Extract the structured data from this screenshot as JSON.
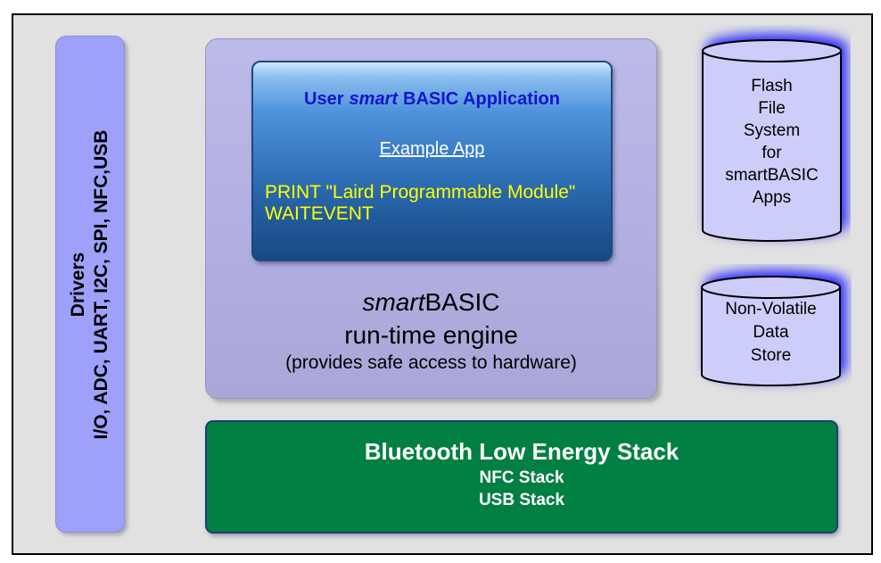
{
  "colors": {
    "page_background": "#e1e1e1",
    "drivers_bar_fill": "#9fa0fa",
    "runtime_box_fill": "#b2b0e0",
    "app_box_gradient_top": "#cfe9fb",
    "app_box_gradient_bottom": "#174a80",
    "app_title_blue": "#1414d0",
    "code_yellow": "#ffff00",
    "stack_green": "#027f42",
    "stack_border_navy": "#1c3e7a",
    "cylinder_fill": "#cdcdfa",
    "cylinder_glow_blue": "#2424ff"
  },
  "drivers_bar": {
    "line1": "Drivers",
    "line2": "I/O, ADC, UART, I2C, SPI, NFC,USB"
  },
  "runtime_box": {
    "app_box": {
      "title_user": "User",
      "title_smart": "smart",
      "title_rest": "BASIC Application",
      "example_link": "Example App",
      "code_line1": "PRINT \"Laird Programmable Module\"",
      "code_line2": "WAITEVENT"
    },
    "engine_smart": "smart",
    "engine_basic": "BASIC",
    "engine_line2": "run-time engine",
    "engine_line3": "(provides safe access to hardware)"
  },
  "stack_box": {
    "line1": "Bluetooth Low Energy Stack",
    "line2": "NFC Stack",
    "line3": "USB Stack"
  },
  "flash_cylinder": {
    "lines": [
      "Flash",
      "File",
      "System",
      "for",
      "smartBASIC",
      "Apps"
    ]
  },
  "nv_cylinder": {
    "lines": [
      "Non-Volatile",
      "Data",
      "Store"
    ]
  }
}
